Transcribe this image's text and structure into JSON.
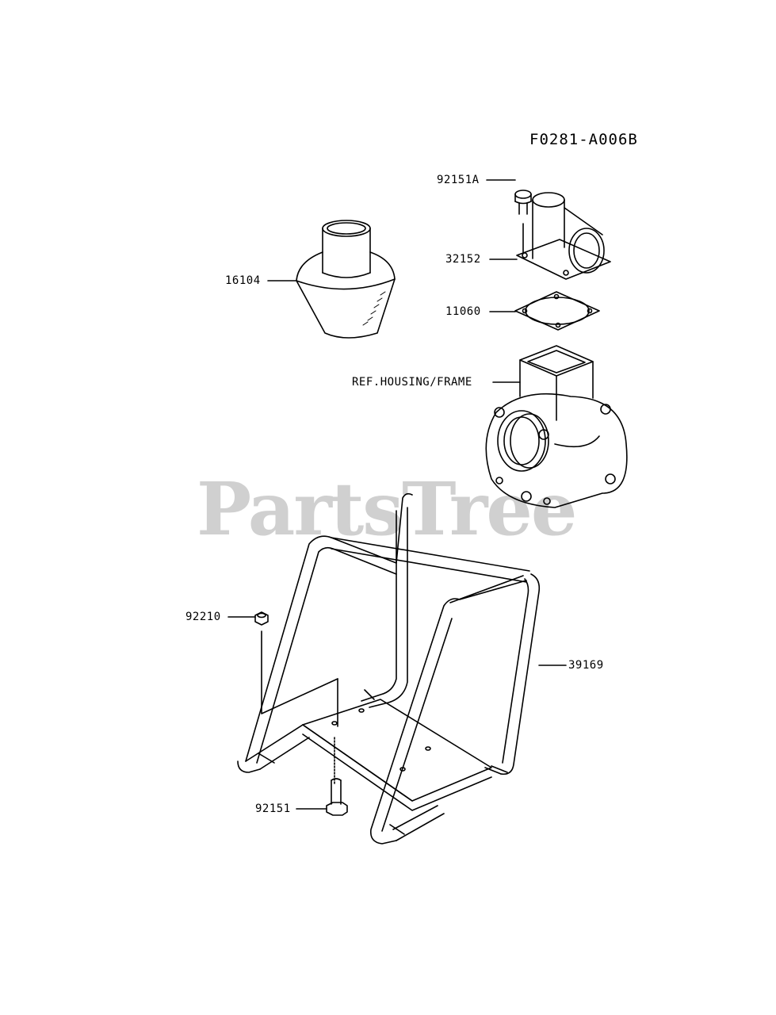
{
  "drawing_code": "F0281-A006B",
  "watermark": "PartsTree",
  "parts": {
    "p92151a": "92151A",
    "p32152": "32152",
    "p16104": "16104",
    "p11060": "11060",
    "ref_housing": "REF.HOUSING/FRAME",
    "p92210": "92210",
    "p39169": "39169",
    "p92151": "92151"
  }
}
